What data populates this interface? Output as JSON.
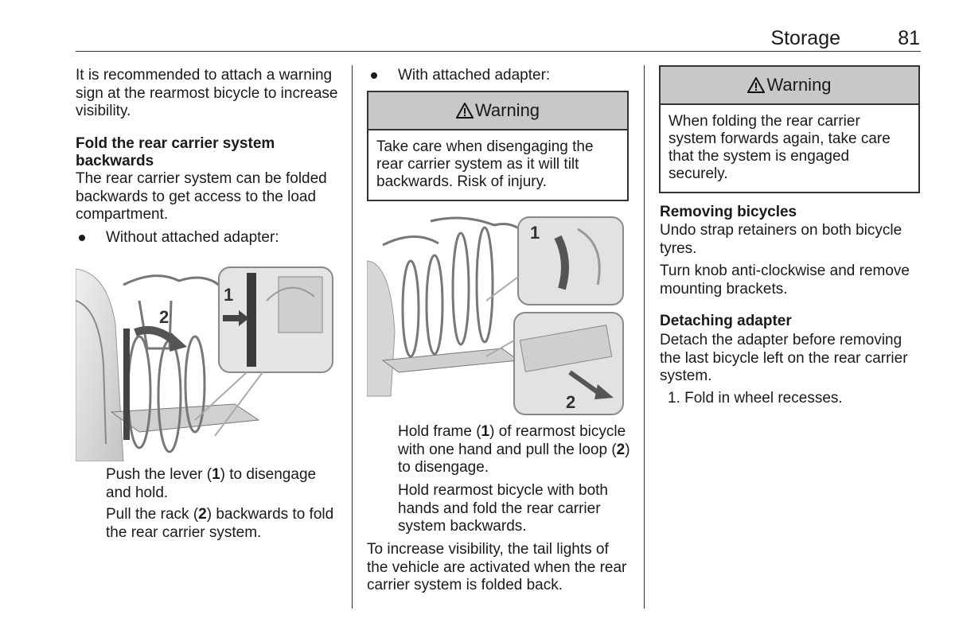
{
  "header": {
    "section": "Storage",
    "page_number": "81"
  },
  "col1": {
    "intro": "It is recommended to attach a warning sign at the rearmost bicycle to increase visibility.",
    "heading_line1": "Fold the rear carrier system",
    "heading_line2": "backwards",
    "body": "The rear carrier system can be folded backwards to get access to the load compartment.",
    "bullet": "Without attached adapter:",
    "fig_label_1": "1",
    "fig_label_2": "2",
    "step1_a": "Push the lever (",
    "step1_num": "1",
    "step1_b": ") to disengage and hold.",
    "step2_a": "Pull the rack (",
    "step2_num": "2",
    "step2_b": ") backwards to fold the rear carrier system."
  },
  "col2": {
    "bullet": "With attached adapter:",
    "warning_title": "Warning",
    "warning_text": "Take care when disengaging the rear carrier system as it will tilt backwards. Risk of injury.",
    "fig_label_1": "1",
    "fig_label_2": "2",
    "step1_a": "Hold frame (",
    "step1_num": "1",
    "step1_b": ") of rearmost bicycle with one hand and pull the loop (",
    "step1_num2": "2",
    "step1_c": ") to disengage.",
    "step2": "Hold rearmost bicycle with both hands and fold the rear carrier system backwards.",
    "closing": "To increase visibility, the tail lights of the vehicle are activated when the rear carrier system is folded back."
  },
  "col3": {
    "warning_title": "Warning",
    "warning_text": "When folding the rear carrier system forwards again, take care that the system is engaged securely.",
    "heading1": "Removing bicycles",
    "text1": "Undo strap retainers on both bicycle tyres.",
    "text2": "Turn knob anti-clockwise and remove mounting brackets.",
    "heading2": "Detaching adapter",
    "text3": "Detach the adapter before removing the last bicycle left on the rear carrier system.",
    "step1": "1. Fold in wheel recesses."
  },
  "icons": {
    "warning": "warning-triangle-icon",
    "bullet": "bullet-dot-icon"
  }
}
